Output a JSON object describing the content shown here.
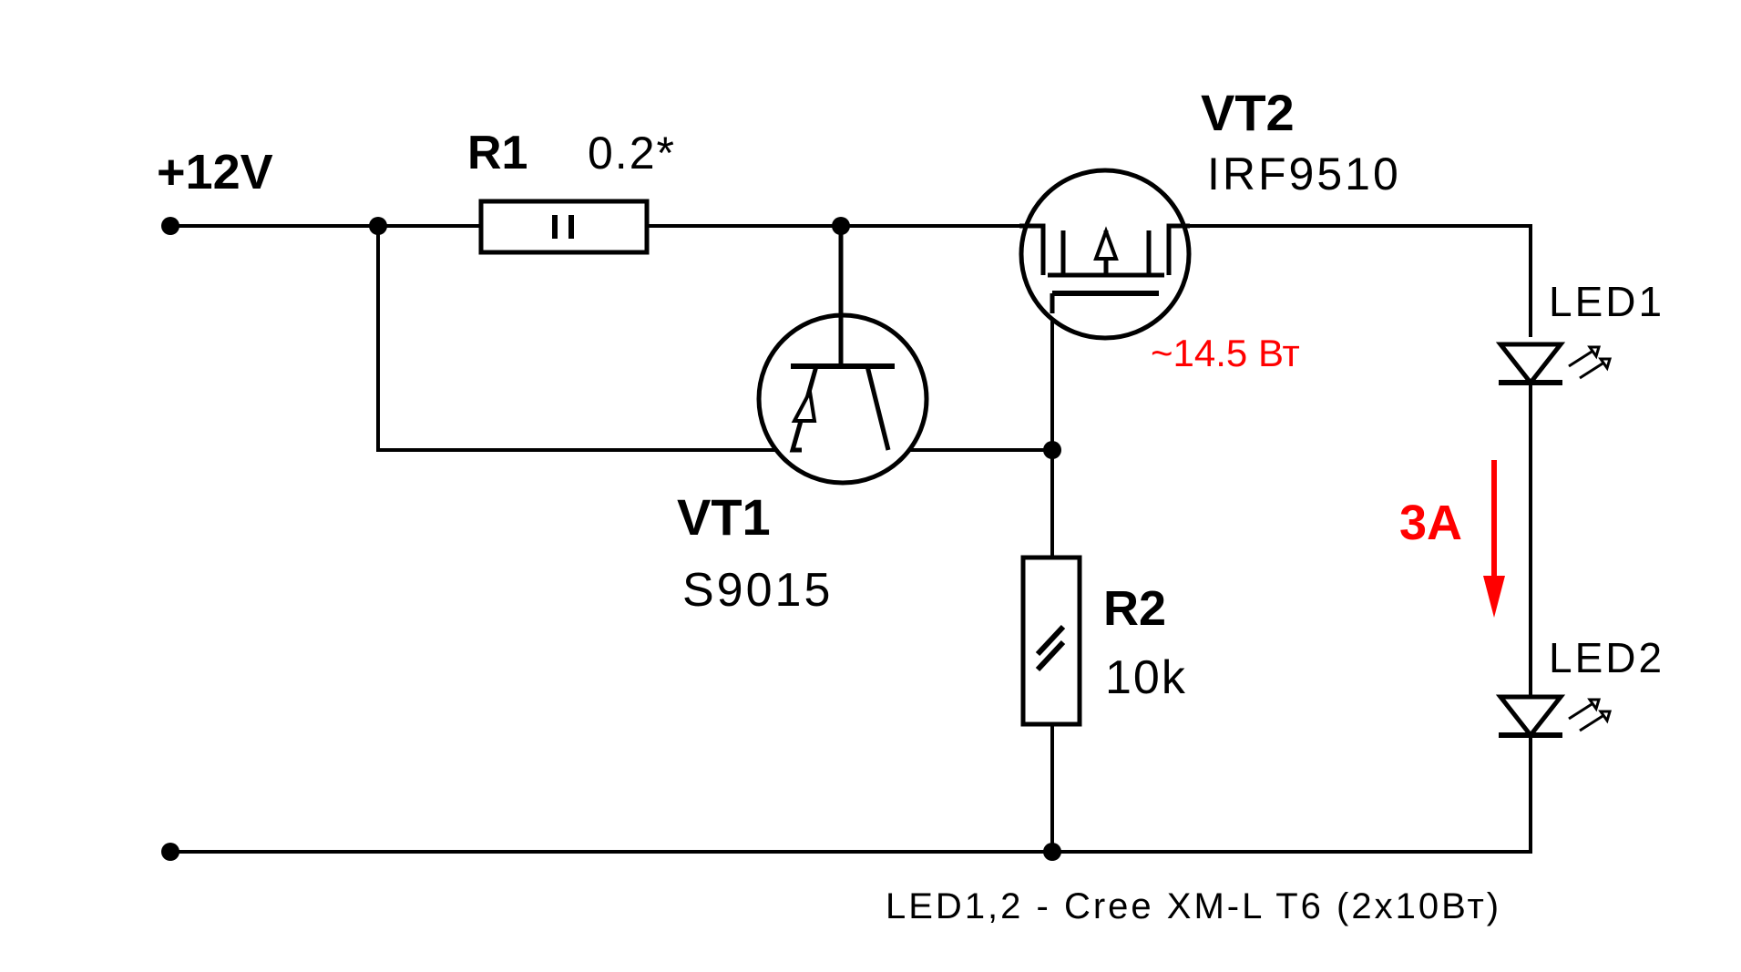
{
  "supply": {
    "label": "+12V"
  },
  "r1": {
    "name": "R1",
    "value": "0.2*"
  },
  "r2": {
    "name": "R2",
    "value": "10k"
  },
  "vt1": {
    "name": "VT1",
    "part": "S9015"
  },
  "vt2": {
    "name": "VT2",
    "part": "IRF9510",
    "power": "~14.5 Вт"
  },
  "led1": {
    "name": "LED1"
  },
  "led2": {
    "name": "LED2"
  },
  "current": {
    "label": "3A"
  },
  "note": {
    "text": "LED1,2 - Cree XM-L T6 (2x10Вт)"
  },
  "colors": {
    "wire": "#000000",
    "annotation": "#ff0000",
    "background": "#ffffff"
  }
}
